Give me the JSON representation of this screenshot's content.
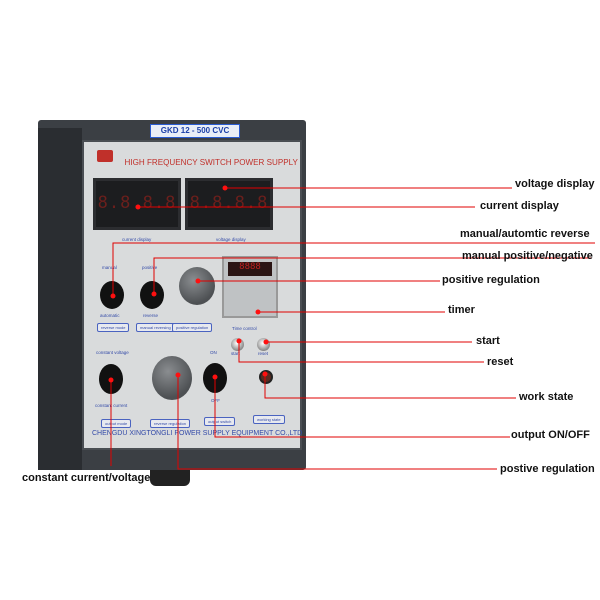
{
  "device": {
    "model_label": "GKD 12 - 500  CVC",
    "title": "HIGH FREQUENCY SWITCH POWER SUPPLY",
    "current_digits": "8.8.8.8",
    "voltage_digits": "8.8.8.8",
    "current_display_caption": "current display",
    "voltage_display_caption": "voltage display",
    "switch_labels": {
      "manual": "manual",
      "automatic": "automatic",
      "positive": "positive",
      "reverse": "reverse",
      "constant_voltage": "constant voltage",
      "constant_current": "constant current",
      "on": "ON",
      "off": "OFF",
      "time_control": "Time control",
      "start": "start",
      "reset": "reset"
    },
    "tags": {
      "reverse_mode": "reverse mode",
      "manual_reversing": "manual reversing",
      "positive_regulation": "positive regulation",
      "output_mode": "output mode",
      "reverse_regulation": "reverse regulation",
      "output_switch": "output switch",
      "working_state": "working state"
    },
    "company": "CHENGDU XINGTONGLI POWER SUPPLY EQUIPMENT CO.,LTD"
  },
  "annotations": {
    "voltage_display": "voltage display",
    "current_display": "current display",
    "manual_automatic_reverse": "manual/automtic reverse",
    "manual_positive_negative": "manual positive/negative",
    "positive_regulation": "positive regulation",
    "timer": "timer",
    "start": "start",
    "reset": "reset",
    "work_state": "work state",
    "output_on_off": "output ON/OFF",
    "postive_regulation_2": "postive regulation",
    "constant_current_voltage": "constant current/voltage"
  },
  "colors": {
    "leader": "#e00000",
    "panel": "#d9dbdc",
    "housing": "#3b3f44"
  }
}
